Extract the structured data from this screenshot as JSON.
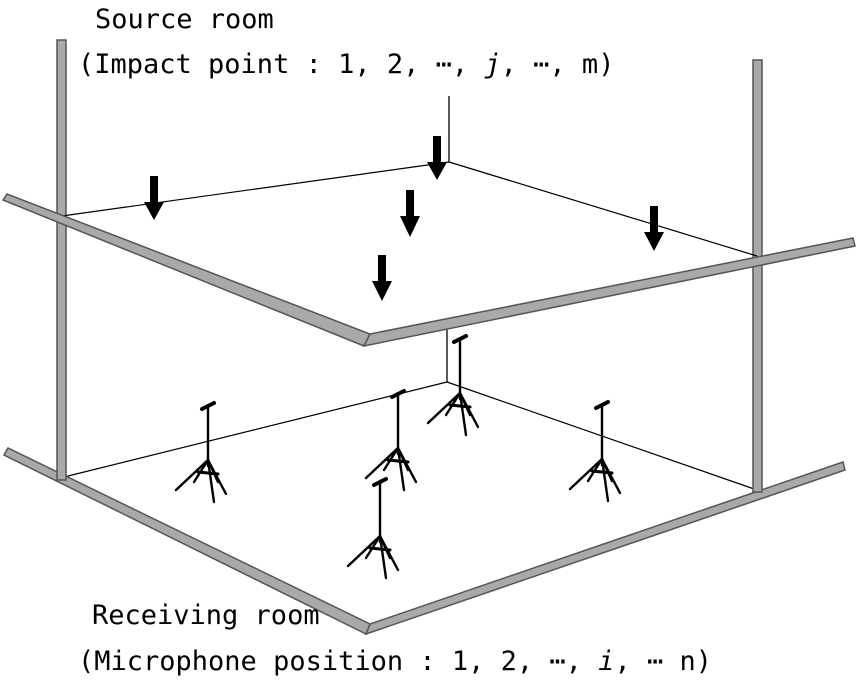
{
  "source_room": {
    "title": "Source room",
    "detail_prefix": "(Impact point : 1, 2, ⋯, ",
    "detail_var": "j",
    "detail_suffix": ", ⋯, m)"
  },
  "receiving_room": {
    "title": "Receiving room",
    "detail_prefix": "(Microphone position : 1, 2, ⋯, ",
    "detail_var": "i",
    "detail_suffix": ", ⋯ n)"
  },
  "colors": {
    "beam_fill": "#a9a9a9",
    "beam_stroke": "#555555",
    "line": "#000000",
    "arrow": "#000000"
  },
  "impact_point_count": 5,
  "microphone_count": 5
}
